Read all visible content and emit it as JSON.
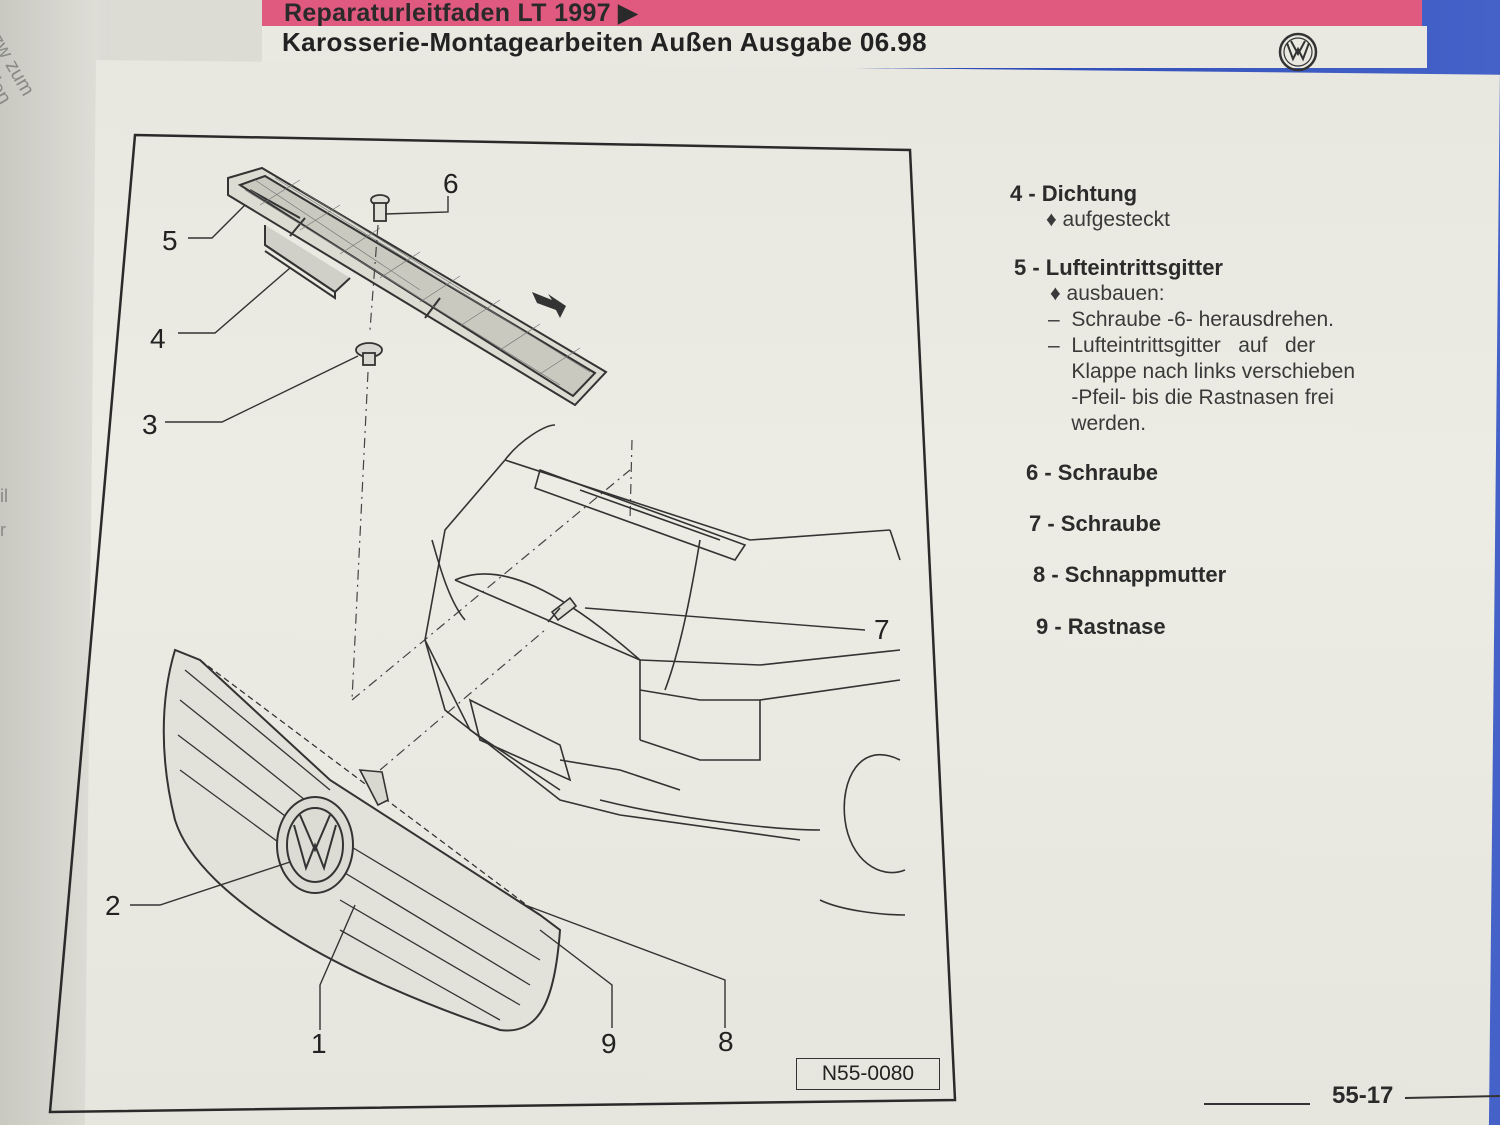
{
  "header": {
    "manual_title": "Reparaturleitfaden LT 1997",
    "section_title": "Karosserie-Montagearbeiten Außen Ausgabe 06.98"
  },
  "left_page": {
    "rotated_text": "bzw zum\n nstellen",
    "frag1": "il",
    "frag2": "r"
  },
  "callouts": [
    "1",
    "2",
    "3",
    "4",
    "5",
    "6",
    "7",
    "8",
    "9"
  ],
  "legend": [
    {
      "title": "4 - Dichtung",
      "lines": [
        "♦ aufgesteckt"
      ]
    },
    {
      "title": "5 - Lufteintrittsgitter",
      "lines": [
        "♦ ausbauen:",
        "–  Schraube -6- herausdrehen.",
        "–  Lufteintrittsgitter   auf   der",
        "    Klappe nach links verschieben",
        "    -Pfeil- bis die Rastnasen frei",
        "    werden."
      ]
    },
    {
      "title": "6 - Schraube",
      "lines": []
    },
    {
      "title": "7 - Schraube",
      "lines": []
    },
    {
      "title": "8 - Schnappmutter",
      "lines": []
    },
    {
      "title": "9 - Rastnase",
      "lines": []
    }
  ],
  "figure_id": "N55-0080",
  "page_number": "55-17"
}
